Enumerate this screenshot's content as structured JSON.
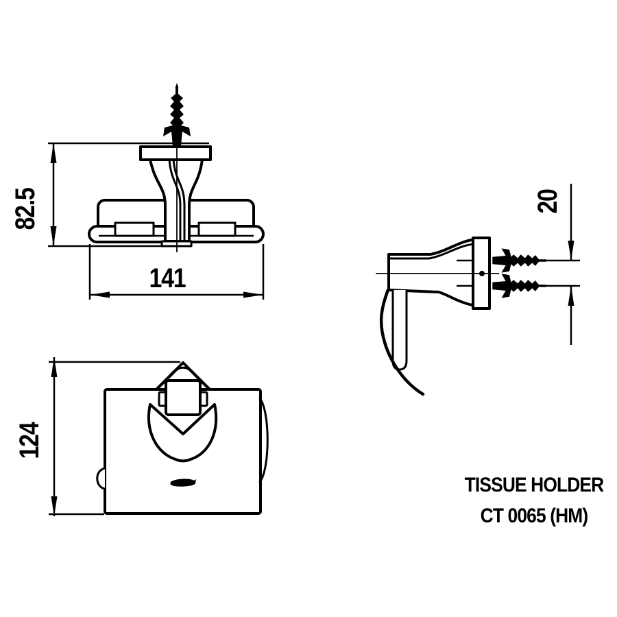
{
  "colors": {
    "line": "#000000",
    "background": "#ffffff"
  },
  "dimensions": {
    "top_view_height": "82.5",
    "top_view_width": "141",
    "side_view_anchor_spacing": "20",
    "front_view_height": "124"
  },
  "title_block": {
    "product": "TISSUE HOLDER",
    "code": "CT 0065 (HM)"
  }
}
